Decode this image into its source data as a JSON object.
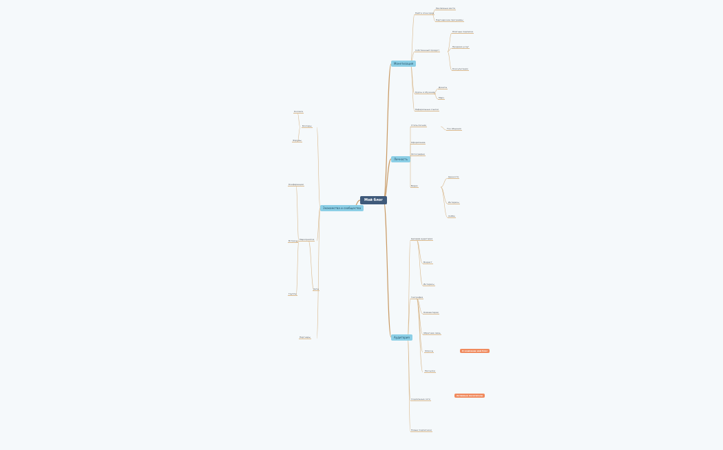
{
  "root": {
    "label": "Мой блог"
  },
  "branches": [
    {
      "id": "b1",
      "label": "Монетизация"
    },
    {
      "id": "b2",
      "label": "Личность"
    },
    {
      "id": "b3",
      "label": "Аудитория"
    },
    {
      "id": "b4",
      "label": "Знакомства и сообщества"
    }
  ],
  "tags": [
    {
      "id": "t1",
      "label": "О компании мой блог"
    },
    {
      "id": "t2",
      "label": "Активные посетители"
    }
  ],
  "nodes": [
    {
      "id": "m1",
      "label": "Найти спонсоров"
    },
    {
      "id": "m2",
      "label": "Рекламные места"
    },
    {
      "id": "m3",
      "label": "Партнерские программы"
    },
    {
      "id": "m4",
      "label": "Собственный продукт"
    },
    {
      "id": "m5",
      "label": "Платные подписки"
    },
    {
      "id": "m6",
      "label": "Продажа услуг"
    },
    {
      "id": "m7",
      "label": "Консультации"
    },
    {
      "id": "m8",
      "label": "Курсы и обучение"
    },
    {
      "id": "m9",
      "label": "Донаты"
    },
    {
      "id": "m10",
      "label": "Мерч"
    },
    {
      "id": "m11",
      "label": "Реферальные ссылки"
    },
    {
      "id": "p1",
      "label": "Стиль письма"
    },
    {
      "id": "p2",
      "label": "Тон общения"
    },
    {
      "id": "p3",
      "label": "Оформление"
    },
    {
      "id": "p4",
      "label": "Фотографии"
    },
    {
      "id": "p5",
      "label": "Видео"
    },
    {
      "id": "p6",
      "label": "Ценности"
    },
    {
      "id": "p7",
      "label": "Интересы"
    },
    {
      "id": "p8",
      "label": "Хобби"
    },
    {
      "id": "a1",
      "label": "Целевая аудитория"
    },
    {
      "id": "a2",
      "label": "Возраст"
    },
    {
      "id": "a3",
      "label": "Интересы"
    },
    {
      "id": "a4",
      "label": "География"
    },
    {
      "id": "a5",
      "label": "Комментарии"
    },
    {
      "id": "a6",
      "label": "Обратная связь"
    },
    {
      "id": "a7",
      "label": "Опросы"
    },
    {
      "id": "a8",
      "label": "Рассылка"
    },
    {
      "id": "a9",
      "label": "Социальные сети"
    },
    {
      "id": "a10",
      "label": "Новые подписчики"
    },
    {
      "id": "s1",
      "label": "Блогеры"
    },
    {
      "id": "s2",
      "label": "Коллеги"
    },
    {
      "id": "s3",
      "label": "Форумы"
    },
    {
      "id": "s4",
      "label": "Мероприятия"
    },
    {
      "id": "s5",
      "label": "Конференции"
    },
    {
      "id": "s6",
      "label": "Встречи"
    },
    {
      "id": "s7",
      "label": "Группы"
    },
    {
      "id": "s8",
      "label": "Чаты"
    },
    {
      "id": "s9",
      "label": "Партнеры"
    }
  ]
}
